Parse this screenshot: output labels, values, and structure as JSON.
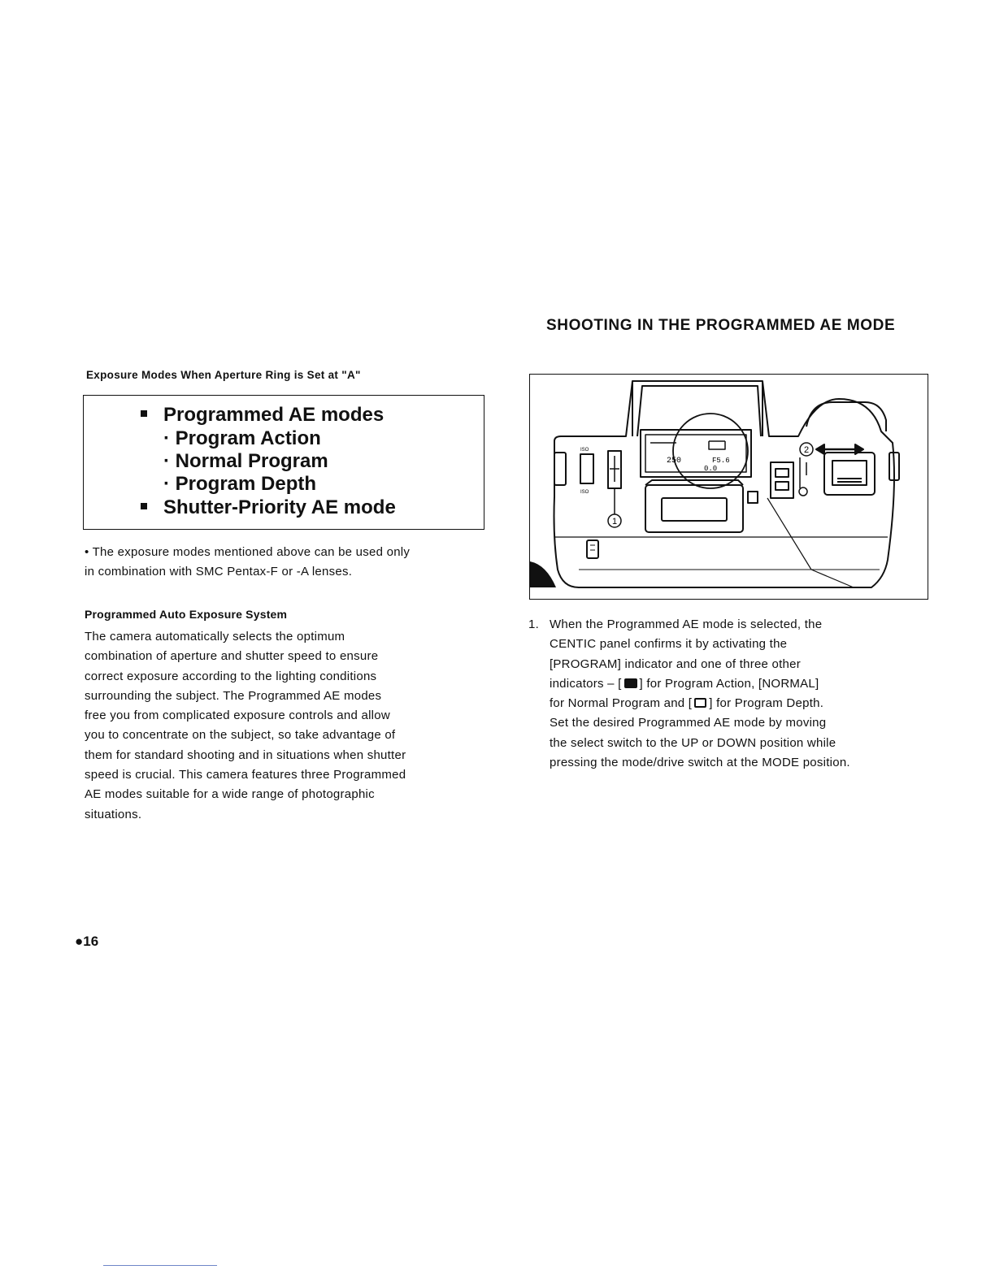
{
  "section_heading": "SHOOTING IN THE PROGRAMMED AE MODE",
  "exposure_heading": "Exposure Modes When Aperture Ring is Set at \"A\"",
  "modes": {
    "programmed": "Programmed AE modes",
    "action": "· Program Action",
    "normal": "· Normal Program",
    "depth": "· Program Depth",
    "shutter": "Shutter-Priority AE mode"
  },
  "note_lines": [
    "• The exposure modes mentioned above can be used only",
    "in combination with SMC Pentax-F or -A lenses."
  ],
  "program_heading": "Programmed Auto Exposure System",
  "program_body": [
    "The camera automatically selects the optimum",
    "combination of aperture and shutter speed to ensure",
    "correct exposure according to the lighting conditions",
    "surrounding the subject. The Programmed AE modes",
    "free you from complicated exposure controls and allow",
    "you to concentrate on the subject, so take advantage of",
    "them for standard shooting and in situations when shutter",
    "speed is crucial. This camera features three Programmed",
    "AE modes suitable for a wide range of photographic",
    "situations."
  ],
  "step1": {
    "number": "1.",
    "line1": "When the Programmed AE mode is selected, the",
    "line2": "CENTIC panel confirms it by activating the",
    "line3": "[PROGRAM] indicator and one of three other",
    "line4_pre": "indicators – [",
    "line4_post": "] for Program Action, [NORMAL]",
    "line5_pre": "for Normal Program and [",
    "line5_post": "] for Program Depth.",
    "line6": "Set the desired Programmed AE mode by moving",
    "line7": "the select switch to the UP or DOWN position while",
    "line8": "pressing the mode/drive switch at the MODE position."
  },
  "illustration": {
    "callout_1": "1",
    "callout_2": "2",
    "lcd_left": "250",
    "lcd_right": "F5.6",
    "lcd_bottom": "0.0",
    "dial_top": "ISO",
    "dial_bottom": "ISO"
  },
  "page_number": "●16"
}
